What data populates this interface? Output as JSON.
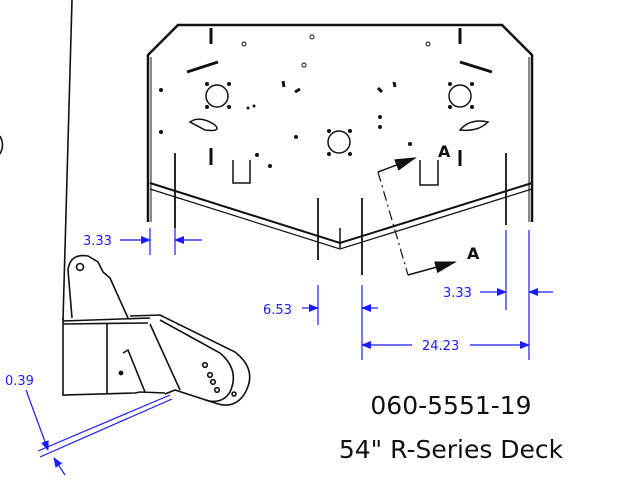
{
  "drawing": {
    "part_number": "060-5551-19",
    "part_name": "54\" R-Series Deck",
    "section_label": "A",
    "colors": {
      "dimension": "#1a1aff",
      "linework": "#111111"
    }
  },
  "dimensions": {
    "left_side_offset": "3.33",
    "center_gap": "6.53",
    "right_side_offset": "3.33",
    "center_to_side": "24.23",
    "plate_thickness": "0.39"
  }
}
